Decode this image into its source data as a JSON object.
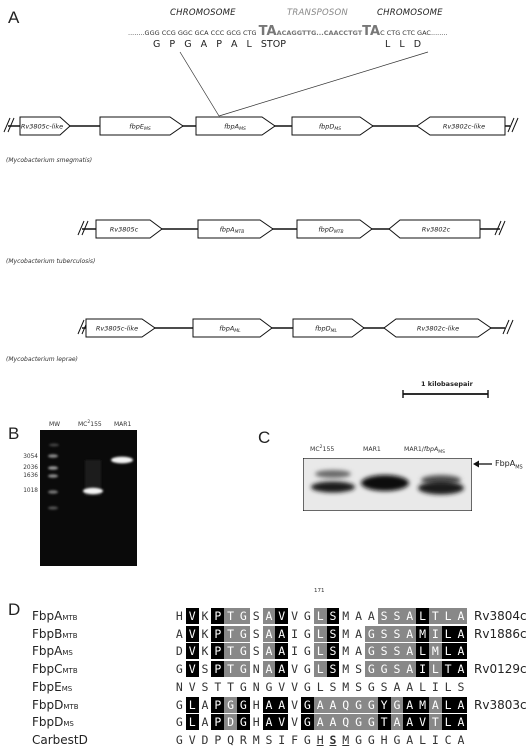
{
  "panels": {
    "a": "A",
    "b": "B",
    "c": "C",
    "d": "D"
  },
  "panel_a": {
    "headers": {
      "chromosome_left": "CHROMOSOME",
      "transposon": "TRANSPOSON",
      "chromosome_right": "CHROMOSOME"
    },
    "sequence": {
      "left": "........GGG CCG GGC GCA CCC GCG CTG ",
      "ta1": "TA",
      "middle": "ACAGGTTG...CAACCTGT",
      "ta2": "TA",
      "right": "C CTG CTC GAC........"
    },
    "aa_left": "G   P   G   A   P   A   L   STOP",
    "aa_right": "L   L   D",
    "species": {
      "smeg": "(Mycobacterium smegmatis)",
      "tb": "(Mycobacterium tuberculosis)",
      "lep": "(Mycobacterium leprae)"
    },
    "genes": {
      "smeg": [
        {
          "name": "Rv3805c-like",
          "sub": ""
        },
        {
          "name": "fbpE",
          "sub": "MS"
        },
        {
          "name": "fbpA",
          "sub": "MS"
        },
        {
          "name": "fbpD",
          "sub": "MS"
        },
        {
          "name": "Rv3802c-like",
          "sub": ""
        }
      ],
      "tb": [
        {
          "name": "Rv3805c",
          "sub": ""
        },
        {
          "name": "fbpA",
          "sub": "MTB"
        },
        {
          "name": "fbpD",
          "sub": "MTB"
        },
        {
          "name": "Rv3802c",
          "sub": ""
        }
      ],
      "lep": [
        {
          "name": "Rv3805c-like",
          "sub": ""
        },
        {
          "name": "fbpA",
          "sub": "ML"
        },
        {
          "name": "fbpD",
          "sub": "ML"
        },
        {
          "name": "Rv3802c-like",
          "sub": ""
        }
      ]
    },
    "scale_label": "1 kilobasepair"
  },
  "panel_b": {
    "lanes": {
      "mw": "MW",
      "mc_prefix": "MC",
      "mc_sup": "2",
      "mc_suffix": "155",
      "mar1": "MAR1"
    },
    "sizes": [
      "3054",
      "2036",
      "1636",
      "1018"
    ]
  },
  "panel_c": {
    "lanes": {
      "mc_prefix": "MC",
      "mc_sup": "2",
      "mc_suffix": "155",
      "mar1": "MAR1",
      "comp_prefix": "MAR1/",
      "comp_gene": "fbpA",
      "comp_sub": "MS"
    },
    "arrow_label": "FbpA",
    "arrow_sub": "MS"
  },
  "panel_d": {
    "position": "171",
    "rows": [
      {
        "name": "FbpA",
        "sub": "MTB",
        "seq": "HVKPTGSAVVGLSMAASSALTLA",
        "shade": "wbwbggwgbwwgbwwwgggbggg",
        "rv": "Rv3804c"
      },
      {
        "name": "FbpB",
        "sub": "MTB",
        "seq": "AVKPTGSAAIGLSMAGSSAMILA",
        "shade": "wbwbggwgbwwgbwwggggbgbb",
        "rv": "Rv1886c"
      },
      {
        "name": "FbpA",
        "sub": "MS",
        "seq": "DVKPTGSAAIGLSMAGSSALMLA",
        "shade": "wbwbggwgbwwgbwwggggbgbb",
        "rv": ""
      },
      {
        "name": "FbpC",
        "sub": "MTB",
        "seq": "GVSPTGNAAVGLSMSGGSAILTA",
        "shade": "wbwbggwgbwwgbwwggggbgbb",
        "rv": "Rv0129c"
      },
      {
        "name": "FbpE",
        "sub": "MS",
        "seq": "NVSTTGNGVVGLSMSGSAALILS",
        "shade": "wwwwwwwwwwwwwwwwwwwwwww",
        "rv": ""
      },
      {
        "name": "FbpD",
        "sub": "MTB",
        "seq": "GLAPGGHAAVGAAQGGYGAMALA",
        "shade": "wbwbgbwbbwbgggggbgbbgbb",
        "rv": "Rv3803c"
      },
      {
        "name": "FbpD",
        "sub": "MS",
        "seq": "GLAPDGHAVVGAAQGGTAAVTLA",
        "shade": "wbwbgbwbbwbgggggbgbbgbb",
        "rv": ""
      },
      {
        "name": "CarbestD",
        "sub": "",
        "seq": "GVDPQRMSIFGHSMGGHGALICA",
        "shade": "wwwwwwwwwwwwwwwwwwwwwww",
        "rv": ""
      }
    ]
  }
}
